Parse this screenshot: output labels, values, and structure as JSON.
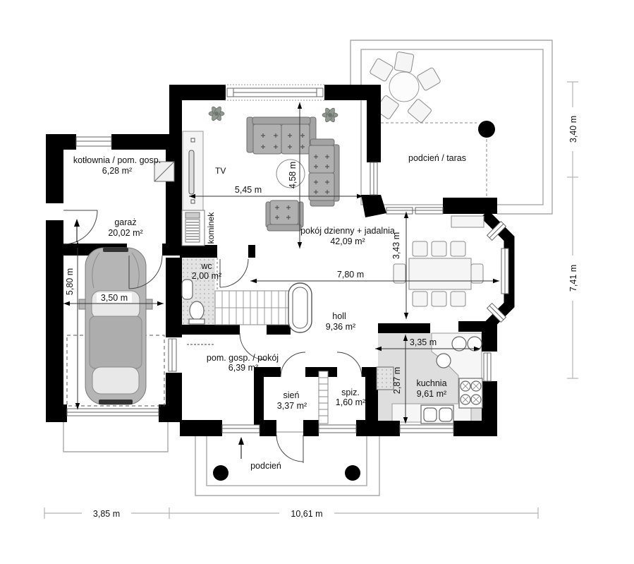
{
  "plan_type": "floor-plan",
  "rooms": {
    "kotlownia": {
      "name": "kotłownia / pom. gosp.",
      "area": "6,28 m²"
    },
    "garaz": {
      "name": "garaż",
      "area": "20,02 m²"
    },
    "living": {
      "name": "pokój dzienny + jadalnia",
      "area": "42,09 m²"
    },
    "wc": {
      "name": "wc",
      "area": "2,00 m²"
    },
    "holl": {
      "name": "holl",
      "area": "9,36 m²"
    },
    "pomgosp": {
      "name": "pom. gosp. / pokój",
      "area": "6,39 m²"
    },
    "sien": {
      "name": "sień",
      "area": "3,37 m²"
    },
    "spiz": {
      "name": "spiz.",
      "area": "1,60 m²"
    },
    "kuchnia": {
      "name": "kuchnia",
      "area": "9,61 m²"
    },
    "taras": {
      "name": "podcień / taras"
    },
    "podcien": {
      "name": "podcień"
    }
  },
  "labels": {
    "tv": "TV",
    "kominek": "kominek"
  },
  "dims": {
    "living_w": "5,45 m",
    "living_h": "4,58 m",
    "dining_h": "3,43 m",
    "holl_w": "7,80 m",
    "garage_h": "5,80 m",
    "garage_w": "3,50 m",
    "kitchen_w": "3,35 m",
    "kitchen_h": "2,87 m",
    "right_top": "3,40 m",
    "right_bottom": "7,41 m",
    "bottom_left": "3,85 m",
    "bottom_right": "10,61 m"
  },
  "colors": {
    "wall": "#000000",
    "floor_shade": "#e3e3e3",
    "kitchen_floor": "#dedede",
    "furniture_gray": "#b0b0b0",
    "outline_gray": "#a8a8a8"
  }
}
